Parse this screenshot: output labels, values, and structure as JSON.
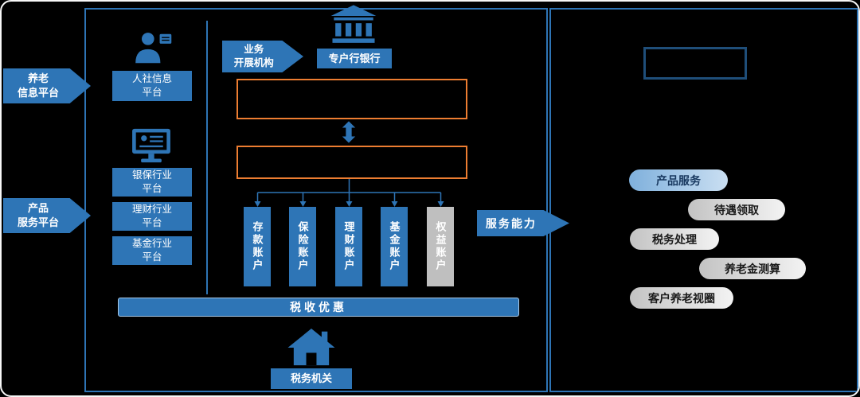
{
  "colors": {
    "accent_blue": "#2e75b6",
    "panel_border_blue": "#2e74b5",
    "dark_navy_border": "#1f4e79",
    "orange_border": "#ed7d31",
    "gray_account": "#bfbfbf",
    "pill_blue": "#9dc3e6",
    "pill_gray": "#d9d9d9",
    "background": "#000000",
    "text_white": "#ffffff"
  },
  "left_labels": [
    {
      "line1": "养老",
      "line2": "信息平台"
    },
    {
      "line1": "产品",
      "line2": "服务平台"
    }
  ],
  "platform_panel": {
    "social_label": {
      "line1": "人社信息",
      "line2": "平台"
    },
    "industry_platforms": [
      {
        "line1": "银保行业",
        "line2": "平台"
      },
      {
        "line1": "理财行业",
        "line2": "平台"
      },
      {
        "line1": "基金行业",
        "line2": "平台"
      }
    ],
    "business_arrow": {
      "line1": "业务",
      "line2": "开展机构"
    },
    "bank_label": "专户行银行",
    "accounts": [
      {
        "label": "存款账户",
        "color": "#2e75b6"
      },
      {
        "label": "保险账户",
        "color": "#2e75b6"
      },
      {
        "label": "理财账户",
        "color": "#2e75b6"
      },
      {
        "label": "基金账户",
        "color": "#2e75b6"
      },
      {
        "label": "权益账户",
        "color": "#bfbfbf"
      }
    ],
    "tax_bar_label": "税收优惠",
    "tax_office_label": "税务机关"
  },
  "service_arrow_label": "服务能力",
  "service_panel": {
    "pills": [
      {
        "label": "产品服务",
        "style": "blue"
      },
      {
        "label": "待遇领取",
        "style": "gray"
      },
      {
        "label": "税务处理",
        "style": "gray"
      },
      {
        "label": "养老金测算",
        "style": "gray"
      },
      {
        "label": "客户养老视圈",
        "style": "gray"
      }
    ]
  },
  "icons": {
    "person": "person-icon",
    "monitor": "monitor-icon",
    "bank": "bank-building-icon",
    "house": "house-icon",
    "double_arrow": "double-vertical-arrow-icon",
    "connector": "connector-lines"
  }
}
